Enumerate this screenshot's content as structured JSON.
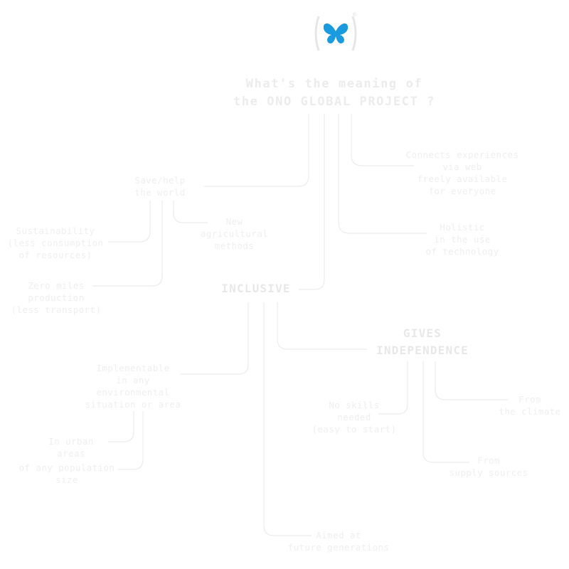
{
  "colors": {
    "background": "#ffffff",
    "text": "#efefef",
    "line": "#ececec",
    "logo_accent": "#1a9be0",
    "logo_bracket": "#e6e6e6"
  },
  "logo": {
    "icon": "butterfly-icon",
    "mark": "®"
  },
  "title": "What's the meaning of\nthe ONO GLOBAL PROJECT ?",
  "nodes": {
    "save_help": "Save/help\nthe world",
    "connects": "Connects experiences\nvia web\nfreely available\nfor everyone",
    "holistic": "Holistic\nin the use\nof technology",
    "new_agri": "New\nagricultural\nmethods",
    "sustainability": "Sustainability\n(less consumption\nof resources)",
    "zero_miles": "Zero miles\nproduction\n(less transport)",
    "inclusive": "INCLUSIVE",
    "gives_independence": "GIVES\nINDEPENDENCE",
    "implementable": "Implementable\nin any\nenvironmental\nsituation or area",
    "urban": "In urban\nareas",
    "population": "of any population\nsize",
    "no_skills": "No skills\nneeded\n(easy to start)",
    "climate": "From\nthe climate",
    "supply": "From\nsupply sources",
    "future": "Aimed at\nfuture generations"
  }
}
